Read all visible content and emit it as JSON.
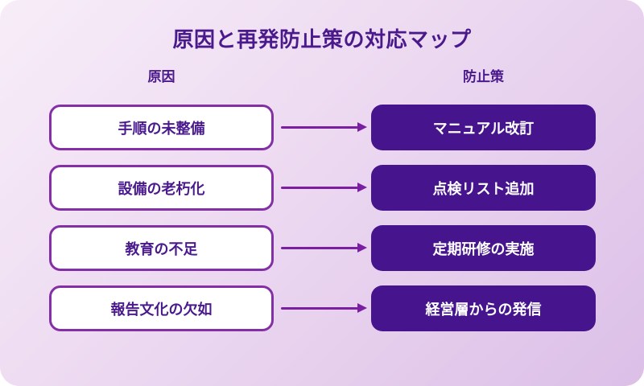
{
  "title": "原因と再発防止策の対応マップ",
  "columns": {
    "left_header": "原因",
    "right_header": "防止策"
  },
  "rows": [
    {
      "cause": "手順の未整備",
      "measure": "マニュアル改訂"
    },
    {
      "cause": "設備の老朽化",
      "measure": "点検リスト追加"
    },
    {
      "cause": "教育の不足",
      "measure": "定期研修の実施"
    },
    {
      "cause": "報告文化の欠如",
      "measure": "経営層からの発信"
    }
  ],
  "colors": {
    "heading_text": "#4a1a8c",
    "cause_box_border": "#8330a6",
    "cause_box_fill": "#ffffff",
    "cause_text": "#4a1a8c",
    "measure_box_fill": "#46148c",
    "measure_text": "#ffffff",
    "arrow": "#7a1fa2",
    "background_gradient_start": "#f7edf8",
    "background_gradient_end": "#dcbfe7"
  }
}
